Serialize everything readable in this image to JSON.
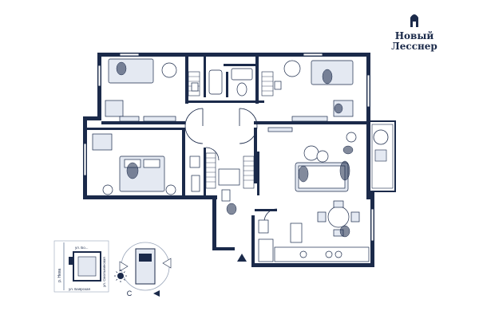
{
  "brand": {
    "line1": "Новый",
    "line2": "Лесснер"
  },
  "colors": {
    "wall": "#1b2a4a",
    "floor": "#ffffff",
    "furniture": "#e4e9f2",
    "accent": "#1b2a4a"
  },
  "locator": {
    "river_label": "р. Нева",
    "street_top": "ул. Бо...",
    "street_right": "ул. Смольнинская",
    "street_bottom": "ул. Баярская",
    "compass_letter": "С"
  },
  "icons": {
    "logo": "building-icon",
    "entrance": "entrance-triangle-icon",
    "sun": "sun-icon",
    "direction": "direction-arrow-icon"
  }
}
